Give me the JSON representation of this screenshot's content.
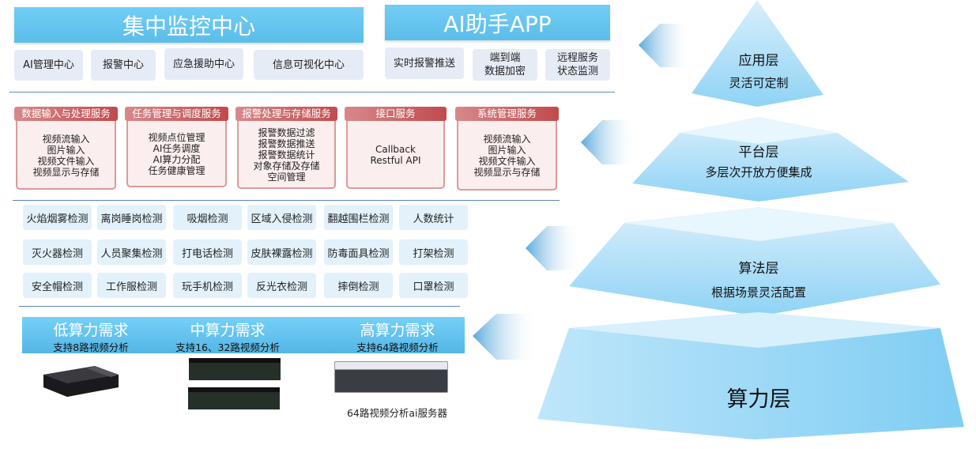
{
  "top": {
    "monitor_title": "集中监控中心",
    "monitor_items": [
      "AI管理中心",
      "报警中心",
      "应急援助中心",
      "信息可视化中心"
    ],
    "app_title": "AI助手APP",
    "app_items": [
      "实时报警推送",
      "端到端\n数据加密",
      "远程服务\n状态监测"
    ]
  },
  "services": [
    {
      "title": "数据输入与处理服务",
      "lines": [
        "视频流输入",
        "图片输入",
        "视频文件输入",
        "视频显示与存储"
      ]
    },
    {
      "title": "任务管理与调度服务",
      "lines": [
        "视频点位管理",
        "AI任务调度",
        "AI算力分配",
        "任务健康管理"
      ]
    },
    {
      "title": "报警处理与存储服务",
      "lines": [
        "报警数据过滤",
        "报警数据推送",
        "报警数据统计",
        "对象存储及存储",
        "空间管理"
      ]
    },
    {
      "title": "接口服务",
      "lines": [
        "Callback",
        "Restful API"
      ]
    },
    {
      "title": "系统管理服务",
      "lines": [
        "视频流输入",
        "图片输入",
        "视频文件输入",
        "视频显示与存储"
      ]
    }
  ],
  "detections": [
    "火焰烟雾检测",
    "离岗睡岗检测",
    "吸烟检测",
    "区域入侵检测",
    "翻越围栏检测",
    "人数统计",
    "灭火器检测",
    "人员聚集检测",
    "打电话检测",
    "皮肤裸露检测",
    "防毒面具检测",
    "打架检测",
    "安全帽检测",
    "工作服检测",
    "玩手机检测",
    "反光衣检测",
    "摔倒检测",
    "口罩检测"
  ],
  "compute": [
    {
      "title": "低算力需求",
      "desc": "支持8路视频分析"
    },
    {
      "title": "中算力需求",
      "desc": "支持16、32路视频分析"
    },
    {
      "title": "高算力需求",
      "desc": "支持64路视频分析"
    }
  ],
  "server_caption": "64路视频分析ai服务器",
  "pyramid": {
    "app": {
      "title": "应用层",
      "desc": "灵活可定制"
    },
    "platform": {
      "title": "平台层",
      "desc": "多层次开放方便集成"
    },
    "algo": {
      "title": "算法层",
      "desc": "根据场景灵活配置"
    },
    "compute": {
      "title": "算力层"
    }
  }
}
